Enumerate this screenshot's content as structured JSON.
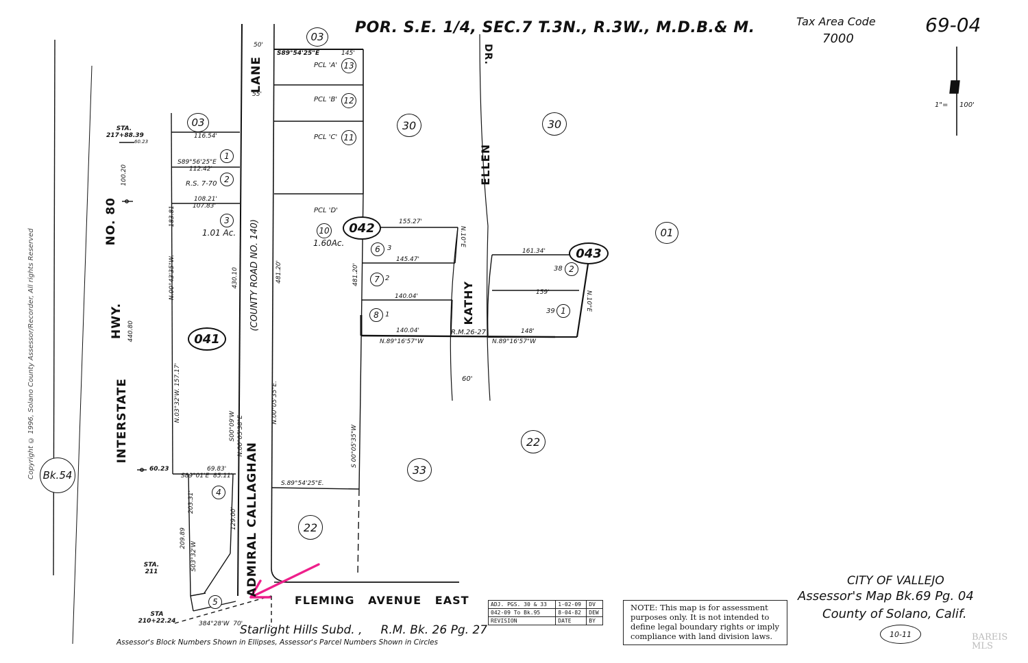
{
  "header": {
    "title": "POR. S.E. 1/4, SEC.7 T.3N., R.3W., M.D.B.& M.",
    "tax_area_label": "Tax Area Code",
    "tax_area_code": "7000",
    "map_number": "69-04",
    "scale_left": "1\"=",
    "scale_right": "100'"
  },
  "copyright": "Copyright © 1996, Solano County Assessor/Recorder, All rights Reserved",
  "roads": {
    "interstate": "INTERSTATE",
    "hwy": "HWY.",
    "no80": "NO. 80",
    "admiral": "ADMIRAL CALLAGHAN",
    "lane": "LANE",
    "county_road": "(COUNTY ROAD NO. 140)",
    "fleming": "FLEMING   AVENUE   EAST",
    "kathy": "KATHY",
    "ellen": "ELLEN",
    "dr": "DR."
  },
  "blocks": {
    "b041": "041",
    "b042": "042",
    "b043": "043",
    "bk54": "Bk.54"
  },
  "parcels": {
    "p03a": "03",
    "p03b": "03",
    "p30a": "30",
    "p30b": "30",
    "p01": "01",
    "p22a": "22",
    "p22b": "22",
    "p33": "33",
    "n1": "1",
    "n2": "2",
    "n3": "3",
    "n4": "4",
    "n5": "5",
    "n6": "6",
    "n7": "7",
    "n8": "8",
    "n10": "10",
    "n11": "11",
    "n12": "12",
    "n13": "13",
    "k1": "1",
    "k2": "2"
  },
  "labels": {
    "pcl_a": "PCL 'A'",
    "pcl_b": "PCL 'B'",
    "pcl_c": "PCL 'C'",
    "pcl_d": "PCL 'D'",
    "acres_3": "1.01 Ac.",
    "acres_10": "1.60Ac.",
    "rs": "R.S. 7-70",
    "rm": "R.M.26-27",
    "sta1": "STA. 217+88.39",
    "sta1_off": "60.23",
    "sta2": "STA 210+22.24",
    "sta3": "STA. 211",
    "off_6023": "60.23",
    "lot_38": "38",
    "lot_39": "39",
    "lot_3": "3",
    "lot_2": "2",
    "lot_1": "1",
    "w60": "60'",
    "w50": "50'",
    "w55": "55'"
  },
  "bearings": {
    "b1": "S89°54'25\"E",
    "b1d": "145'",
    "b2": "116.54'",
    "b3": "S89°56'25\"E",
    "b3d": "112.42'",
    "b4": "108.21'",
    "b4d": "107.83'",
    "b5": "155.27'",
    "b6": "145.47'",
    "b7": "140.04'",
    "b8": "140.04'",
    "b9": "N.89°16'57\"W",
    "b10": "N.89°16'57\"W",
    "b11": "161.34'",
    "b12": "159'",
    "b13": "148'",
    "b14": "S.89°54'25\"E.",
    "b15": "69.83'",
    "b16": "S89°01'E  85.11'",
    "v1": "N.00°43'35\"W.",
    "v2": "183.81",
    "v3": "440.80",
    "v4": "100.20",
    "v5": "430.10",
    "v6": "481.20'",
    "v7": "N.00°05'35\"E.",
    "v8": "S 00°05'35\"W",
    "v9": "N.00°05'38\"E",
    "v10": "481.20'",
    "v11": "N.03°32'W. 157.17'",
    "v12": "S00°09'W",
    "v13": "N.10°E",
    "v14": "129.00'",
    "v15": "209.89",
    "v16": "203.31'",
    "v17": "N.10°E",
    "v18": "S03°32'W",
    "v19": "384°28'W  70'"
  },
  "footer": {
    "subd": "Starlight Hills Subd. ,     R.M. Bk. 26 Pg. 27",
    "caption": "Assessor's Block Numbers Shown in Ellipses, Assessor's Parcel Numbers Shown in Circles",
    "city": "CITY OF VALLEJO",
    "assessor_map": "Assessor's Map Bk.69  Pg. 04",
    "county": "County of Solano, Calif.",
    "edition": "10-11",
    "watermark": "BAREIS MLS"
  },
  "revisions": {
    "rows": [
      [
        "ADJ. PGS. 30 & 33",
        "1-02-09",
        "DV"
      ],
      [
        "042-09 To Bk.95",
        "8-04-82",
        "DEW"
      ],
      [
        "REVISION",
        "DATE",
        "BY"
      ]
    ]
  },
  "note": "NOTE:  This map is for assessment purposes only. It is not intended to define legal boundary rights or imply compliance with land division laws."
}
